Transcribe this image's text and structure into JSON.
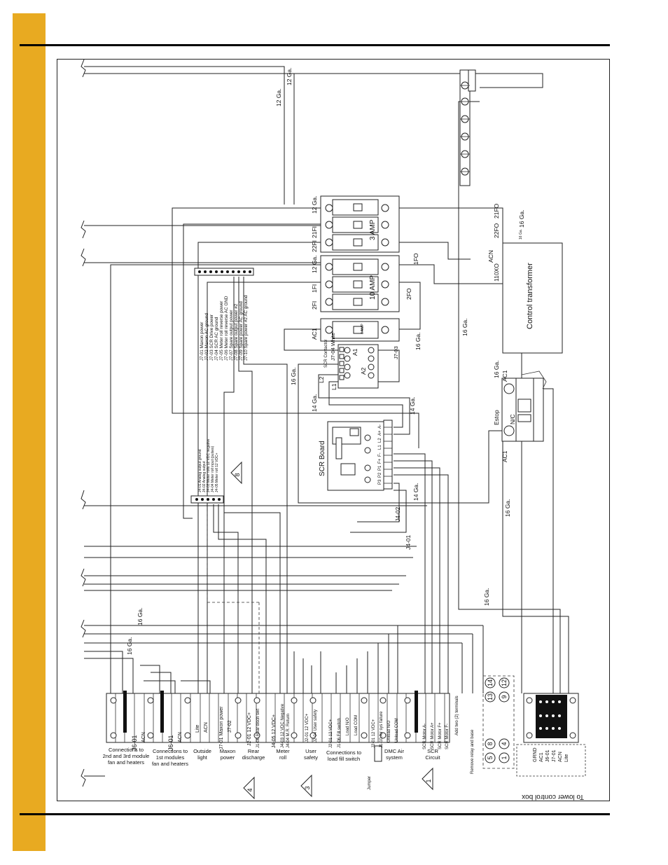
{
  "rotated_labels": {
    "ga_12_a": "12 Ga.",
    "ga_12_b": "12 Ga.",
    "ga_12_c": "12 Ga.",
    "ga_12_d": "12 Ga.",
    "ga_16_a": "16 Ga.",
    "ga_16_b": "16 Ga.",
    "ga_16_c": "16 Ga.",
    "ga_16_d": "16 Ga.",
    "ga_16_e": "16 Ga.",
    "ga_16_f": "16 Ga.",
    "ga_16_g": "16 Ga.",
    "ga_16_h": "16 Ga.",
    "ga_16_i": "16 Ga.",
    "ga_16_j": "16 Ga.",
    "ga_16_k": "16 Ga.",
    "ga_14_a": "14 Ga.",
    "ga_14_b": "14 Ga.",
    "ga_14_c": "14 Ga.",
    "fo_21": "21FO",
    "fo_22": "22FO",
    "fo_1": "1FO",
    "fo_2": "2FO",
    "fi_21": "21FI",
    "fi_22": "22FI",
    "fi_1": "1FI",
    "fi_2": "2FI",
    "acn": "ACN",
    "xo_110": "110XO",
    "control_transformer": "Control transformer",
    "amp_3": "3 AMP",
    "amp_10": "10 AMP",
    "amp_6": "6 AMP",
    "ac1_breaker": "AC1",
    "j7_04": "J7-04 White",
    "j7_03": "J7-03",
    "scr_contactor": "SCR Contactor",
    "a1": "A1",
    "a2": "A2",
    "l1": "L1",
    "l2": "L2",
    "estop": "Estop",
    "ac1_estop_top": "AC1",
    "ac1_estop_bottom": "AC1",
    "nc": "N/C",
    "scr_board": "SCR Board",
    "j4_02": "J4-02",
    "j4_01": "J4-01",
    "to_lower_box": "To lower control box"
  },
  "j7_list": [
    "J7-01 Maxon power",
    "J7-02 Maxon AC ground",
    "J7-03 SCR Drive power",
    "J7-04 SCR AC ground",
    "J7-05 Meter roll reverse power",
    "J7-06 Meter roll reverse AC GND",
    "J7-07 Spare output power",
    "J7-08 Spare output power #2",
    "J7-09 Spare power AC ground",
    "J7-10 Spare power #2 AC ground"
  ],
  "j4_list": [
    "J4-01 Analog output ground",
    "J4-02 Analog output",
    "J4-03 Meter rolls 12 VDC negative",
    "J4-04 Meter roll input (pulses)",
    "J4-05 Meter roll 12 VDC+"
  ],
  "scr_terminals": [
    "A-",
    "A+",
    "L2",
    "L1",
    "F-",
    "F+",
    "P1",
    "P2",
    "P3"
  ],
  "terminal_labels": {
    "j6_01_a": "J6-01",
    "acn_a": "ACN",
    "j6_01_b": "J6-01",
    "acn_b": "ACN",
    "lite": "Lite",
    "acn_c": "ACN",
    "j7_01": "J7-01 Maxon power",
    "j7_02": "J7-02",
    "j2_01_a": "J2-01 12 VDC+",
    "j1_08": "J1-08 Rear disch swt",
    "j4_05": "J4-05 12 VDC+",
    "j4_03": "J4-03 12 VDC Negative",
    "j4_04": "J4-04 M.R. Return",
    "j2_01_b": "J2-01 12 VDC+",
    "j2_04": "J2-04 User safety",
    "j2_01_c": "J2-01 12 VDC+",
    "j1_06": "J1-06 Fill switch",
    "load_no": "Load N/O",
    "load_com": "Load COM",
    "j2_01_d": "J2-01 12 VDC+",
    "j1_10": "J1-10 Air sys failure",
    "unload_no": "Unload N/O",
    "unload_com": "Unload COM",
    "scr_motor_am": "SCR Motor A-",
    "scr_motor_ap": "SCR Motor A+",
    "scr_motor_fp": "SCR Motor F+",
    "scr_motor_fm": "SCR Motor F-",
    "add_two": "Add two (2) terminals",
    "remove_relay": "Remove relay and base",
    "grnd": "GRND",
    "ac1_lower": "AC1",
    "j6_01_lower": "J6-01",
    "j7_01_lower": "J7-01",
    "acn_lower": "ACN",
    "lite_lower": "Lite",
    "jumper": "Jumper"
  },
  "group_captions": {
    "g1_l1": "Connections to",
    "g1_l2": "2nd and 3rd module",
    "g1_l3": "fan and heaters",
    "g2_l1": "Connections to",
    "g2_l2": "1st modules",
    "g2_l3": "fan and heaters",
    "g3_l1": "Outside",
    "g3_l2": "light",
    "g4_l1": "Maxon",
    "g4_l2": "power",
    "g5_l1": "Rear",
    "g5_l2": "discharge",
    "g6_l1": "Meter",
    "g6_l2": "roll",
    "g7_l1": "User",
    "g7_l2": "safety",
    "g8_l1": "Connections to",
    "g8_l2": "load fill switch",
    "g9_l1": "DMC Air",
    "g9_l2": "system",
    "g10_l1": "SCR",
    "g10_l2": "Circuit"
  },
  "callouts": {
    "c8": "8",
    "c4": "4",
    "c3": "3",
    "c1": "1"
  },
  "relay_pins": {
    "p5": "5",
    "p1": "1",
    "p8": "8",
    "p4": "4",
    "p13": "13",
    "p9": "9",
    "p14": "14",
    "p12": "12"
  }
}
